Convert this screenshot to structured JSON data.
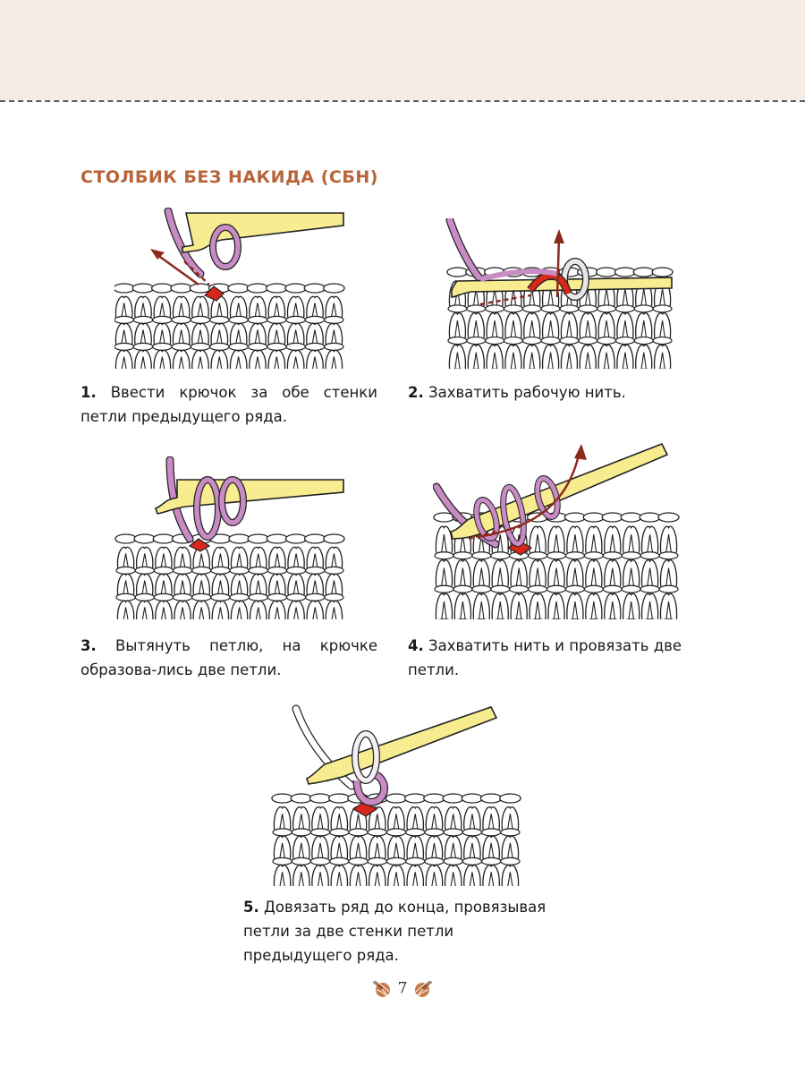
{
  "section": {
    "title": "СТОЛБИК БЕЗ НАКИДА (СБН)"
  },
  "steps": [
    {
      "number": "1.",
      "text": "Ввести крючок за обе стенки петли предыдущего ряда."
    },
    {
      "number": "2.",
      "text": "Захватить рабочую нить."
    },
    {
      "number": "3.",
      "text": "Вытянуть петлю, на крючке образова-лись две петли."
    },
    {
      "number": "4.",
      "text": "Захватить нить и провязать две петли."
    },
    {
      "number": "5.",
      "text": "Довязать ряд до конца, провязывая петли за две стенки петли предыдущего ряда."
    }
  ],
  "footer": {
    "page_number": "7",
    "icon": "yarn-ball-icon"
  },
  "colors": {
    "title_accent": "#b8643a",
    "hook": "#f7ec8f",
    "working_yarn": "#c98bc4",
    "target_loop": "#d9261c",
    "arrow": "#8b2a1a"
  }
}
